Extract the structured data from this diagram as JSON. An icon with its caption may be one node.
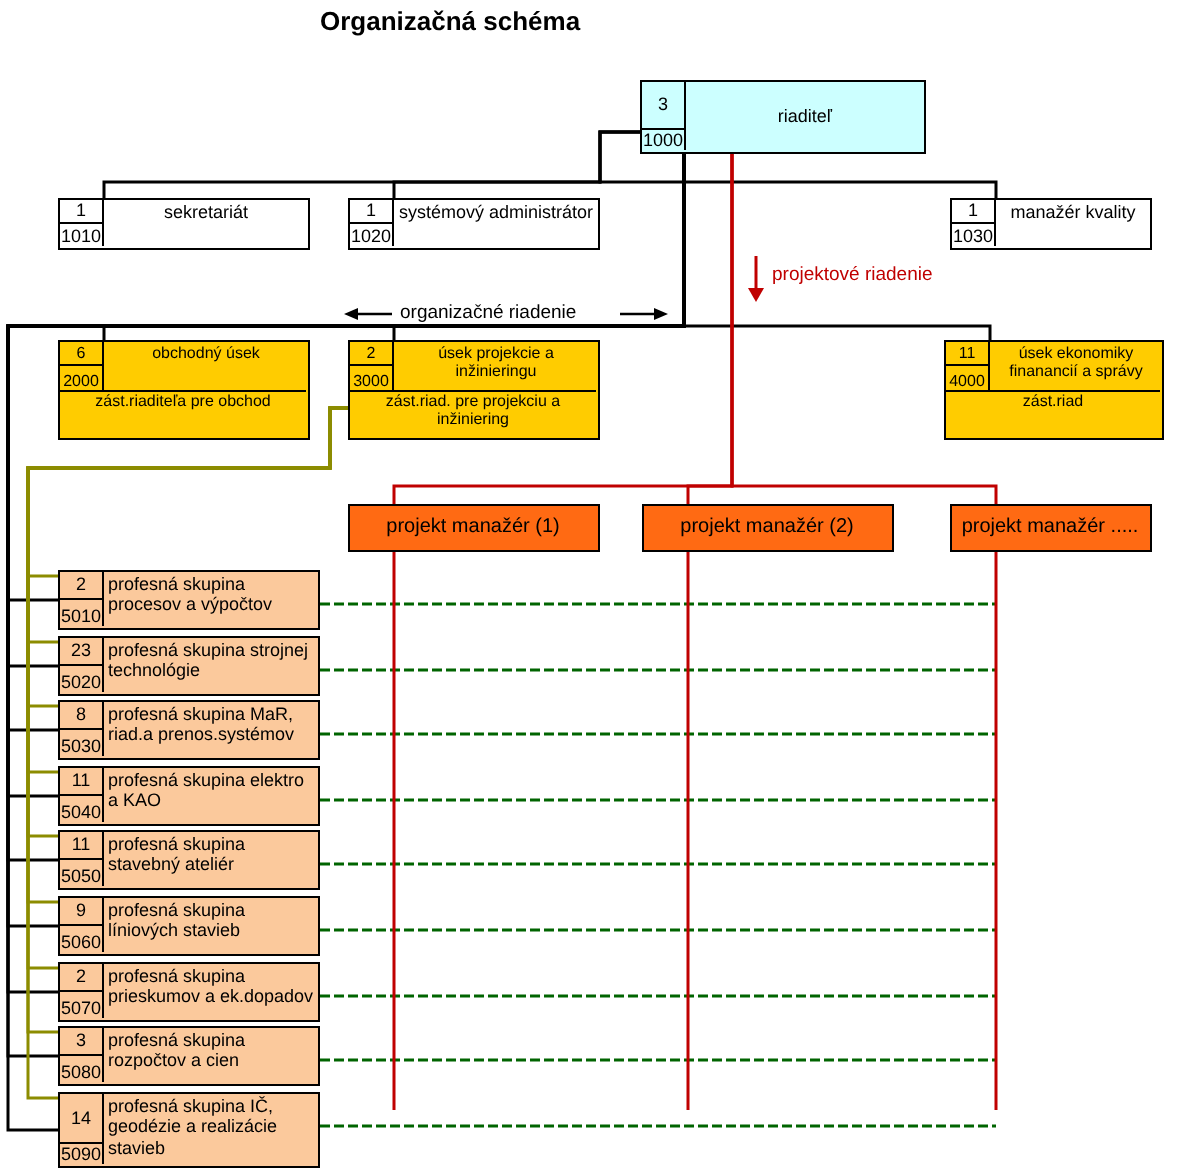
{
  "diagram": {
    "title": "Organizačná schéma",
    "nodes": [
      {
        "text": [
          "3",
          "1000",
          "riaditeľ"
        ]
      },
      {
        "text": [
          "1",
          "1010",
          "sekretariát"
        ]
      },
      {
        "text": [
          "1",
          "1020",
          "systémový administrátor"
        ]
      },
      {
        "text": [
          "1",
          "1030",
          "manažér kvality"
        ]
      },
      {
        "text": [
          "6",
          "2000",
          "obchodný úsek",
          "zást.riaditeľa pre obchod"
        ]
      },
      {
        "text": [
          "2",
          "3000",
          "úsek projekcie a inžinieringu",
          "zást.riad. pre projekciu a inžiniering"
        ]
      },
      {
        "text": [
          "11",
          "4000",
          "úsek ekonomiky finanancií a správy",
          "zást.riad"
        ]
      },
      {
        "text": [
          "projekt manažér (1)"
        ]
      },
      {
        "text": [
          "projekt manažér (2)"
        ]
      },
      {
        "text": [
          "projekt manažér ....."
        ]
      },
      {
        "text": [
          "2",
          "5010",
          "profesná skupina procesov a výpočtov"
        ]
      },
      {
        "text": [
          "23",
          "5020",
          "profesná skupina strojnej technológie"
        ]
      },
      {
        "text": [
          "8",
          "5030",
          "profesná skupina MaR, riad.a prenos.systémov"
        ]
      },
      {
        "text": [
          "11",
          "5040",
          "profesná skupina elektro a KAO"
        ]
      },
      {
        "text": [
          "11",
          "5050",
          "profesná skupina stavebný ateliér"
        ]
      },
      {
        "text": [
          "9",
          "5060",
          "profesná skupina líniových stavieb"
        ]
      },
      {
        "text": [
          "2",
          "5070",
          "profesná skupina prieskumov a ek.dopadov"
        ]
      },
      {
        "text": [
          "3",
          "5080",
          "profesná skupina rozpočtov a cien"
        ]
      },
      {
        "text": [
          "14",
          "5090",
          "profesná skupina IČ, geodézie a realizácie stavieb"
        ]
      }
    ],
    "edges": [
      {
        "from": 0,
        "to": 1,
        "arrow": "none"
      },
      {
        "from": 0,
        "to": 2,
        "arrow": "none"
      },
      {
        "from": 0,
        "to": 3,
        "arrow": "none"
      },
      {
        "from": 0,
        "to": 4,
        "arrow": "none"
      },
      {
        "from": 0,
        "to": 5,
        "arrow": "none"
      },
      {
        "from": 0,
        "to": 6,
        "arrow": "none"
      },
      {
        "from": 0,
        "to": 10,
        "arrow": "none"
      },
      {
        "from": 0,
        "to": 11,
        "arrow": "none"
      },
      {
        "from": 0,
        "to": 12,
        "arrow": "none"
      },
      {
        "from": 0,
        "to": 13,
        "arrow": "none"
      },
      {
        "from": 0,
        "to": 14,
        "arrow": "none"
      },
      {
        "from": 0,
        "to": 15,
        "arrow": "none"
      },
      {
        "from": 0,
        "to": 16,
        "arrow": "none"
      },
      {
        "from": 0,
        "to": 17,
        "arrow": "none"
      },
      {
        "from": 0,
        "to": 18,
        "arrow": "none"
      },
      {
        "from": 0,
        "to": 7,
        "arrow": "none",
        "color": "#c00000"
      },
      {
        "from": 0,
        "to": 8,
        "arrow": "none",
        "color": "#c00000"
      },
      {
        "from": 0,
        "to": 9,
        "arrow": "none",
        "color": "#c00000"
      },
      {
        "from": 5,
        "to": 10,
        "arrow": "none",
        "color": "#8c8c00"
      },
      {
        "from": 5,
        "to": 11,
        "arrow": "none",
        "color": "#8c8c00"
      },
      {
        "from": 5,
        "to": 12,
        "arrow": "none",
        "color": "#8c8c00"
      },
      {
        "from": 5,
        "to": 13,
        "arrow": "none",
        "color": "#8c8c00"
      },
      {
        "from": 5,
        "to": 14,
        "arrow": "none",
        "color": "#8c8c00"
      },
      {
        "from": 5,
        "to": 15,
        "arrow": "none",
        "color": "#8c8c00"
      },
      {
        "from": 5,
        "to": 16,
        "arrow": "none",
        "color": "#8c8c00"
      },
      {
        "from": 5,
        "to": 17,
        "arrow": "none",
        "color": "#8c8c00"
      },
      {
        "from": 5,
        "to": 18,
        "arrow": "none",
        "color": "#8c8c00"
      },
      {
        "from": 10,
        "to": null,
        "arrow": "none",
        "style": "dashed",
        "color": "#006400"
      },
      {
        "from": 11,
        "to": null,
        "arrow": "none",
        "style": "dashed",
        "color": "#006400"
      },
      {
        "from": 12,
        "to": null,
        "arrow": "none",
        "style": "dashed",
        "color": "#006400"
      },
      {
        "from": 13,
        "to": null,
        "arrow": "none",
        "style": "dashed",
        "color": "#006400"
      },
      {
        "from": 14,
        "to": null,
        "arrow": "none",
        "style": "dashed",
        "color": "#006400"
      },
      {
        "from": 15,
        "to": null,
        "arrow": "none",
        "style": "dashed",
        "color": "#006400"
      },
      {
        "from": 16,
        "to": null,
        "arrow": "none",
        "style": "dashed",
        "color": "#006400"
      },
      {
        "from": 17,
        "to": null,
        "arrow": "none",
        "style": "dashed",
        "color": "#006400"
      },
      {
        "from": 18,
        "to": null,
        "arrow": "none",
        "style": "dashed",
        "color": "#006400"
      },
      {
        "from": 7,
        "to": null,
        "arrow": "none",
        "color": "#c00000"
      },
      {
        "from": 8,
        "to": null,
        "arrow": "none",
        "color": "#c00000"
      },
      {
        "from": 9,
        "to": null,
        "arrow": "none",
        "color": "#c00000"
      }
    ],
    "labels": [
      "projektové riadenie",
      "organizačné riadenie"
    ]
  }
}
